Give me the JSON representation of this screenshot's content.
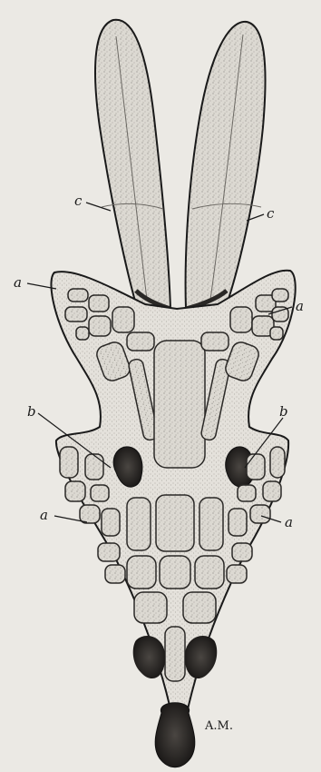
{
  "labels": {
    "a": "a",
    "b": "b",
    "c": "c",
    "signature": "A.M."
  },
  "colors": {
    "paper": "#ebe9e4",
    "ink": "#1a1a1a",
    "cell_fill": "#d9d6ce",
    "stipple": "#8d8a84",
    "dark": "#2a2826"
  }
}
